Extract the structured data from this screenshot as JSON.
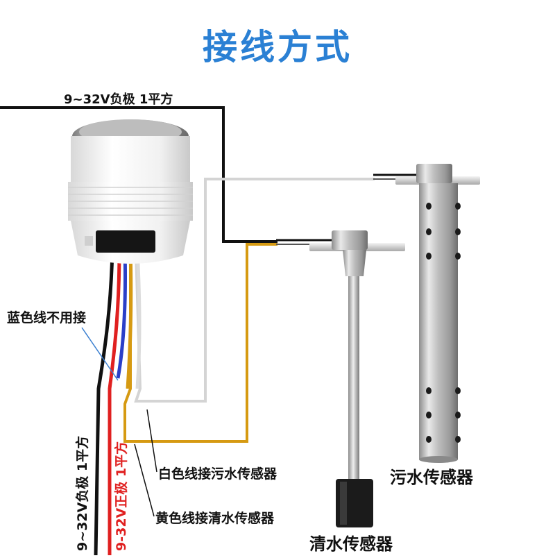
{
  "title": "接线方式",
  "colors": {
    "title": "#2a80d4",
    "wire_black": "#111111",
    "wire_red": "#e02020",
    "wire_blue": "#2a3fc8",
    "wire_yellow": "#d69a12",
    "wire_white": "#d8d8d8",
    "negative_label": "#111111",
    "positive_label": "#e02020"
  },
  "labels": {
    "top_negative": "9~32V负极 1平方",
    "blue_wire": "蓝色线不用接",
    "white_wire": "白色线接污水传感器",
    "yellow_wire": "黄色线接清水传感器",
    "negative_vertical": "9~32V负极 1平方",
    "positive_vertical": "9-32V正极 1平方",
    "sewage_sensor": "污水传感器",
    "clean_sensor": "清水传感器"
  },
  "icons": {
    "gauge": "round-gauge-body",
    "sewage_sensor": "perforated-tube-sensor",
    "clean_sensor": "float-rod-sensor"
  }
}
